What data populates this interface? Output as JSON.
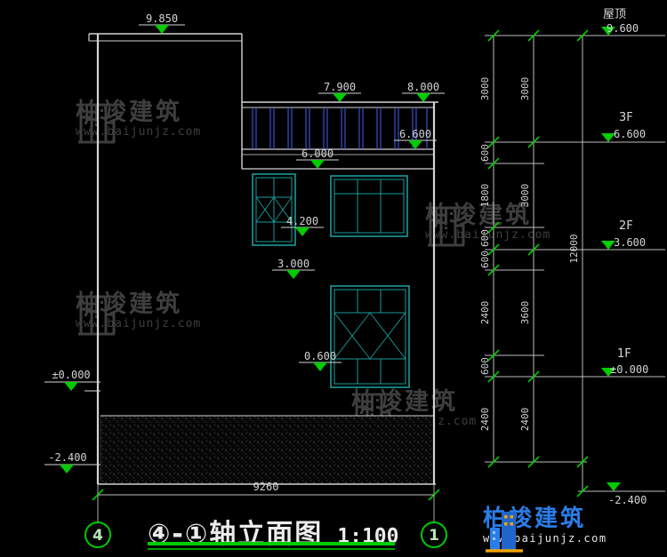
{
  "drawing": {
    "title": "④-①轴立面图",
    "scale": "1:100",
    "bottom_dimension": "9260",
    "axis_bubble_left": "4",
    "axis_bubble_right": "1"
  },
  "elevations": {
    "parapet": "9.850",
    "roof_left": "7.900",
    "roof_right": "8.000",
    "band_bottom": "6.600",
    "slab_mid": "6.000",
    "sill_2f": "4.200",
    "head_1f": "3.000",
    "sill_1f": "0.600",
    "ground": "±0.000",
    "foundation": "-2.400"
  },
  "right_levels": [
    {
      "label": "屋顶",
      "value": "9.600"
    },
    {
      "label": "3F",
      "value": "6.600"
    },
    {
      "label": "2F",
      "value": "3.600"
    },
    {
      "label": "1F",
      "value": "±0.000"
    },
    {
      "label": "",
      "value": "-2.400"
    }
  ],
  "chains": {
    "inner": [
      "3000",
      "600",
      "1800",
      "600",
      "600",
      "2400",
      "600",
      "2400"
    ],
    "middle": [
      "3000",
      "3000",
      "3600",
      "2400"
    ],
    "outer": [
      "12000"
    ]
  },
  "watermark": {
    "name": "柏竣建筑",
    "url": "www.baijunjz.com"
  },
  "logo": {
    "name": "柏竣建筑",
    "url": "www.baijunjz.com"
  },
  "colors": {
    "line": "#d4d4d4",
    "window": "#1a9a9a",
    "band": "#3a50c8",
    "accent_green": "#00cc00",
    "watermark": "#3e3e3e",
    "logo_blue": "#2b7de9",
    "logo_gold": "#f0a500"
  }
}
